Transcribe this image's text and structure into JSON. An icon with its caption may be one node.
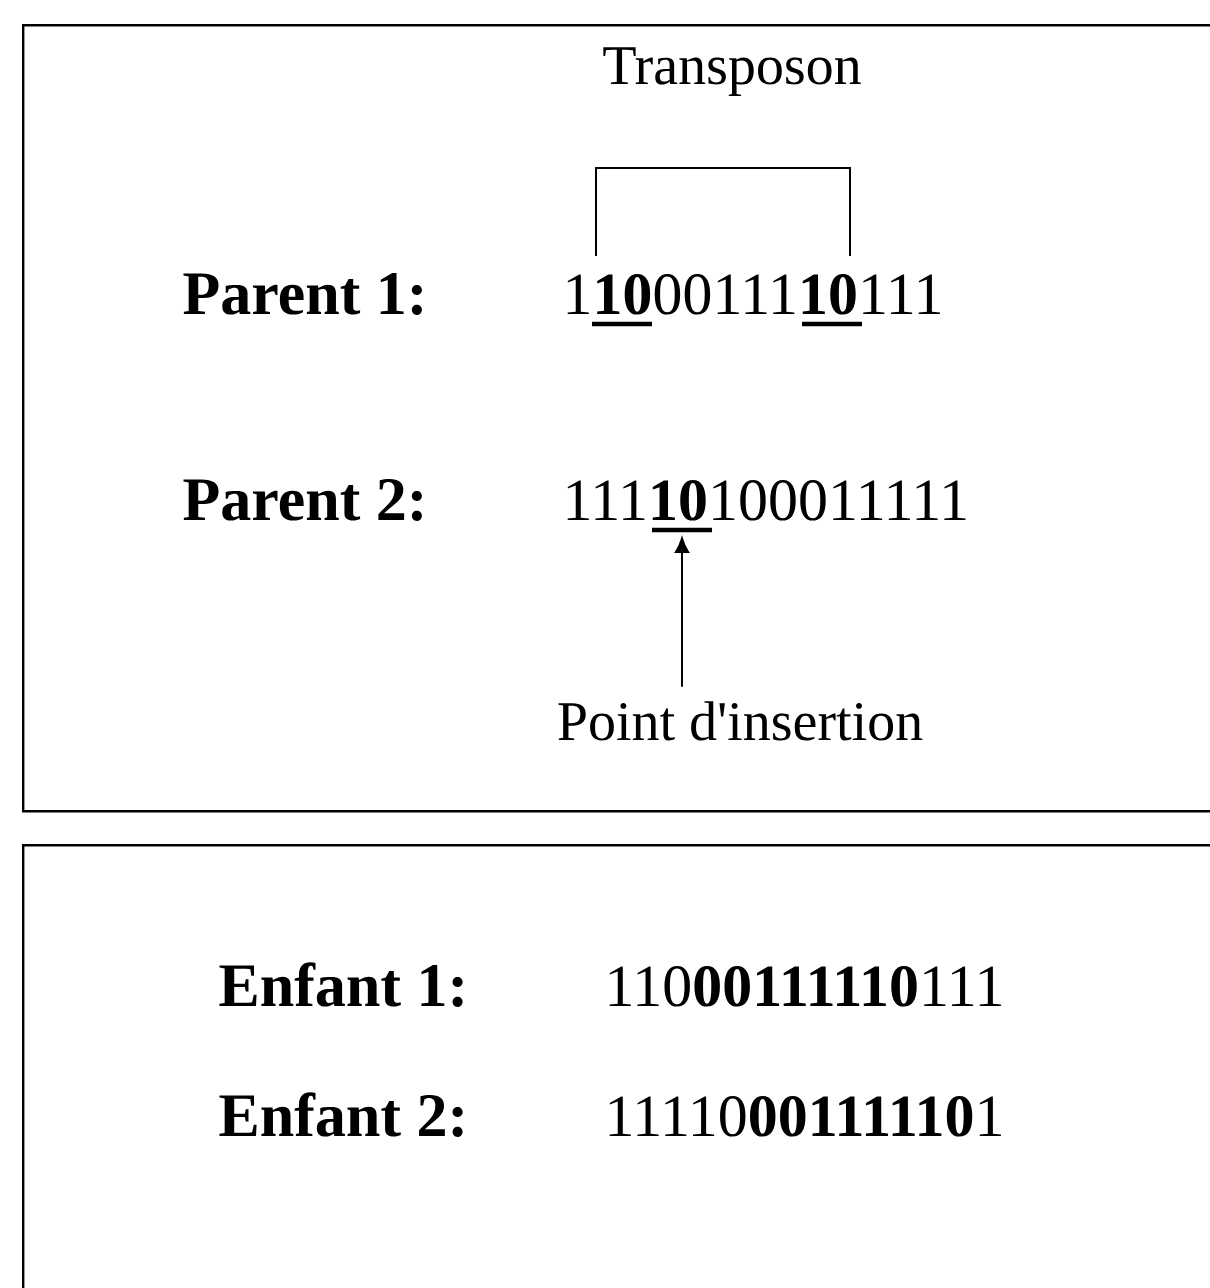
{
  "diagram": {
    "nodes": [
      {
        "text": [],
        "shape": "box"
      },
      {
        "text": [
          "111**10**100011111"
        ],
        "in": 0
      },
      {
        "text": [
          "Point d'insertion"
        ],
        "in": 0
      },
      {
        "text": [],
        "shape": "box"
      }
    ],
    "edges": [
      {
        "from": 2,
        "to": 1,
        "arrow": "to"
      }
    ],
    "labels": [
      "Transposon",
      "Parent 1:",
      "1**10**00111**10**111",
      "Parent 2:",
      "Enfant 1:",
      "110**00111110**111",
      "Enfant 2:",
      "11110**00111110**1"
    ]
  }
}
